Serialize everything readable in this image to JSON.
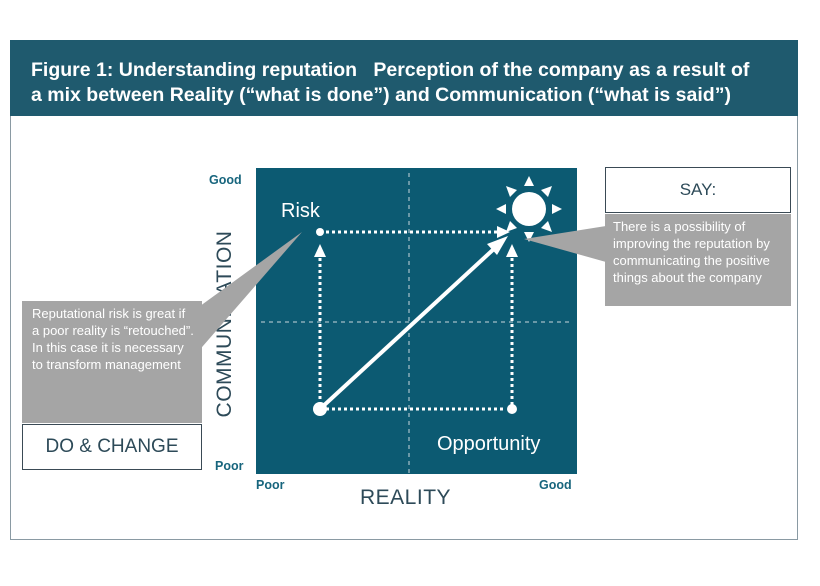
{
  "header": {
    "title": "Figure 1: Understanding reputation",
    "subtitle": "Perception of the company as a result of",
    "line2": "a mix between Reality (“what is done”) and Communication (“what is said”)"
  },
  "quadrant": {
    "risk_label": "Risk",
    "opportunity_label": "Opportunity"
  },
  "axes": {
    "x_label": "REALITY",
    "y_label": "COMMUNICATION",
    "x_low": "Poor",
    "x_high": "Good",
    "y_low": "Poor",
    "y_high": "Good"
  },
  "say": {
    "label": "SAY:",
    "text": "There is a possibility of improving the reputation by communicating the positive things about the company"
  },
  "do_change": {
    "label": "DO & CHANGE",
    "text": "Reputational risk is great if a poor reality is “retouched”. In this case it is necessary to transform management"
  },
  "icons": {
    "sun": "sun-icon"
  },
  "colors": {
    "header_bg": "#1f5a6e",
    "quadrant_bg": "#0c5a72",
    "callout_bg": "#a5a5a5",
    "tick_text": "#17657d"
  }
}
